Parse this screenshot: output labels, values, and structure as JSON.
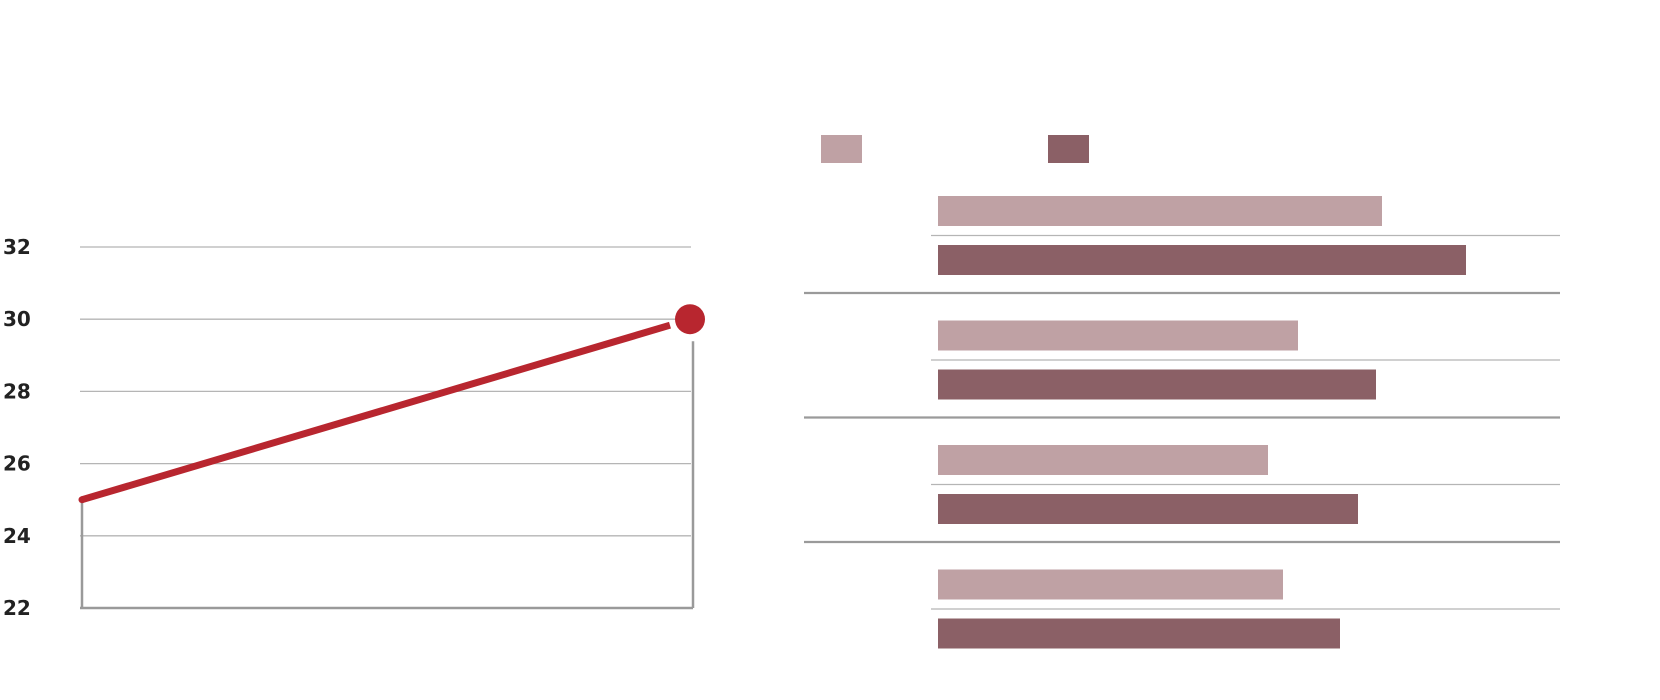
{
  "colors": {
    "line": "#b8262f",
    "series_light": "#bfa1a4",
    "series_dark": "#8b6066",
    "grid": "#b5b5b5",
    "axis": "#9a9a9a"
  },
  "chart_data": [
    {
      "type": "line",
      "title": "",
      "xlabel": "",
      "ylabel": "",
      "ylim": [
        22,
        32
      ],
      "yticks": [
        "22",
        "24",
        "26",
        "28",
        "30",
        "32"
      ],
      "grid": true,
      "series": [
        {
          "name": "",
          "x": [
            0,
            1
          ],
          "values": [
            25,
            30
          ],
          "end_marker": true
        }
      ]
    },
    {
      "type": "bar",
      "orientation": "horizontal",
      "title": "",
      "categories": [
        "",
        "",
        "",
        ""
      ],
      "xlim": [
        0,
        100
      ],
      "legend": "top-left",
      "series": [
        {
          "name": "",
          "values": [
            74,
            60,
            55,
            57.5
          ]
        },
        {
          "name": "",
          "values": [
            88,
            73,
            70,
            67
          ]
        }
      ]
    }
  ]
}
